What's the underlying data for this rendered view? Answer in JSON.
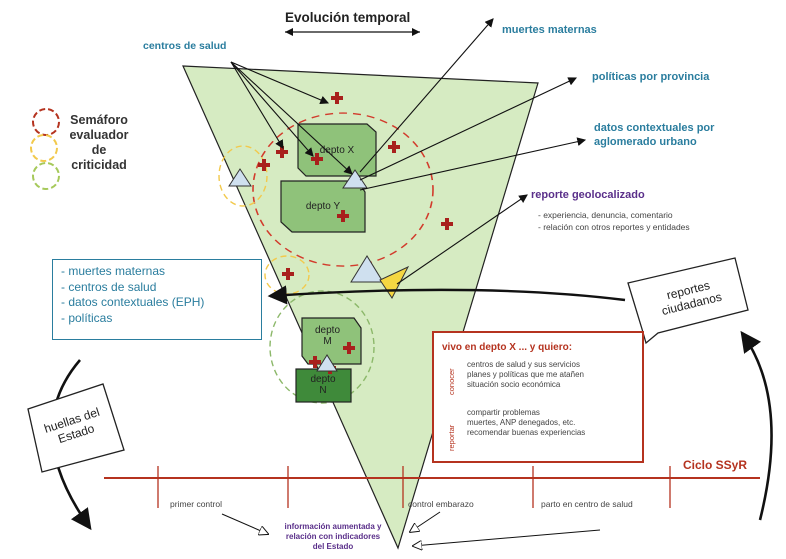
{
  "header": {
    "title": "Evolución temporal"
  },
  "labels": {
    "centros_de_salud": "centros de salud",
    "muertes_maternas": "muertes maternas",
    "politicas_por_provincia": "políticas por provincia",
    "datos_contextuales": [
      "datos contextuales por",
      "aglomerado urbano"
    ],
    "reporte_geolocalizado": "reporte geolocalizado",
    "reporte_sub": [
      "- experiencia, denuncia, comentario",
      "- relación con otros reportes y entidades"
    ]
  },
  "legend": {
    "lines": [
      "Semáforo",
      "evaluador",
      "de",
      "criticidad"
    ],
    "colors": [
      "#b5331f",
      "#f2c94c",
      "#a6c95a"
    ]
  },
  "deptos": {
    "x": "depto X",
    "y": "depto Y",
    "m": [
      "depto",
      "M"
    ],
    "n": [
      "depto",
      "N"
    ]
  },
  "infobox": {
    "items": [
      "- muertes maternas",
      "- centros de salud",
      "- datos contextuales (EPH)",
      "- políticas"
    ]
  },
  "notes": {
    "reportes_ciudadanos": [
      "reportes",
      "ciudadanos"
    ],
    "huellas_del_estado": [
      "huellas del",
      "Estado"
    ]
  },
  "vivo": {
    "title": "vivo en depto X ... y quiero:",
    "conocer_label": "conocer",
    "reportar_label": "reportar",
    "conocer_lines": [
      "centros de salud y sus servicios",
      "planes y políticas que me atañen",
      "situación socio económica"
    ],
    "reportar_lines": [
      "compartir problemas",
      "muertes, ANP denegados, etc.",
      "recomendar buenas experiencias"
    ]
  },
  "timeline": {
    "ciclo": "Ciclo SSyR",
    "stages": [
      "primer control",
      "control embarazo",
      "parto en centro de salud"
    ]
  },
  "info_aumentada": [
    "información aumentada y",
    "relación con indicadores",
    "del Estado"
  ],
  "colors": {
    "triangle_fill": "#d6ebc2",
    "depto_fill": "#8fc27a",
    "depto_dark": "#3f8a3a",
    "cross": "#a8201c",
    "accent_blue": "#2a7d9e",
    "accent_red": "#b5331f",
    "accent_purple": "#5a2f8a"
  }
}
